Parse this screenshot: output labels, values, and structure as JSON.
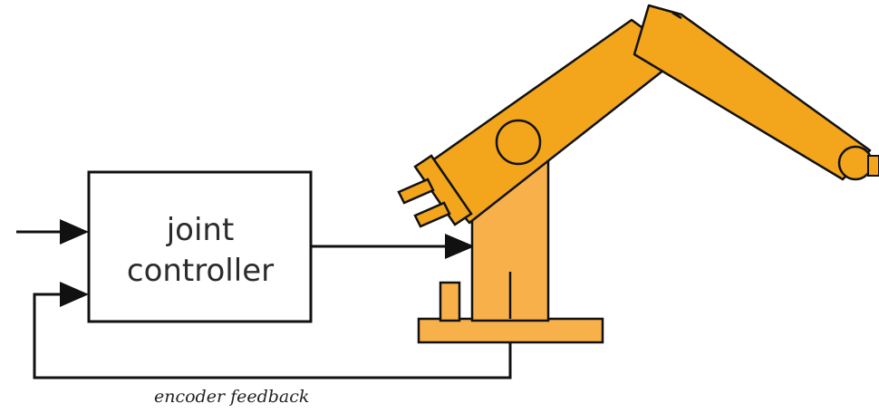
{
  "controller": {
    "line1": "joint",
    "line2": "controller"
  },
  "feedback": {
    "label": "encoder feedback"
  },
  "colors": {
    "robot_arm": "#f3a51c",
    "robot_base": "#f8b04a",
    "outline": "#111111"
  }
}
